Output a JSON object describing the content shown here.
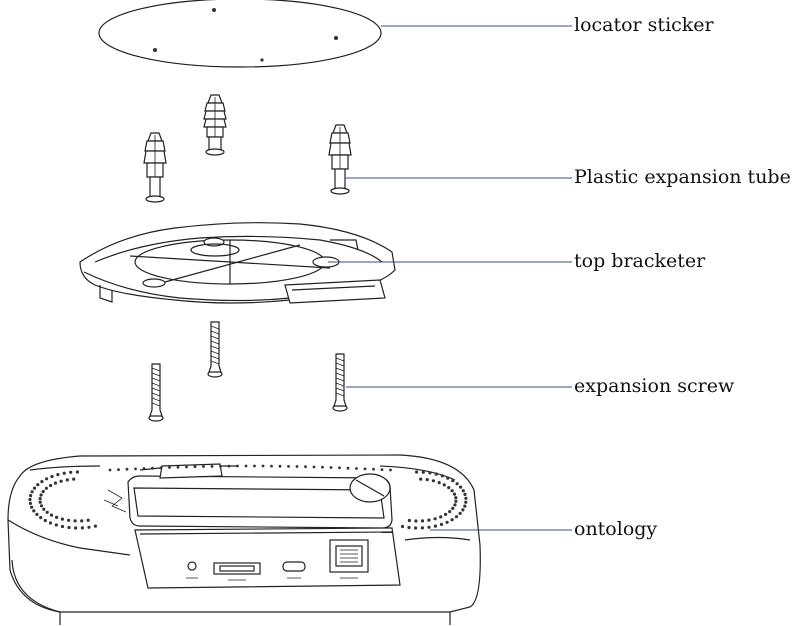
{
  "labels": {
    "locator_sticker": "locator sticker",
    "plastic_expansion_tube": "Plastic expansion tube",
    "top_bracketer": "top bracketer",
    "expansion_screw": "expansion screw",
    "ontology": "ontology"
  },
  "colors": {
    "line": "#222222",
    "leader": "#3a4a8a",
    "background": "#ffffff"
  }
}
